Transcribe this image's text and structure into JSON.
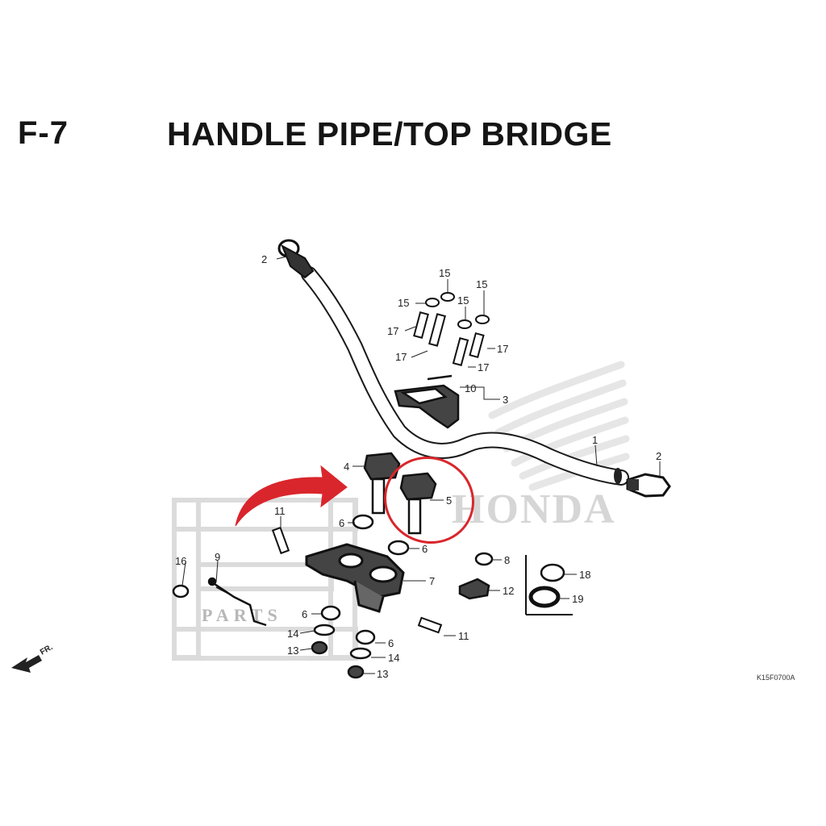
{
  "header": {
    "section_code": "F-7",
    "title": "HANDLE PIPE/TOP BRIDGE"
  },
  "diagram": {
    "reference_code": "K15F0700A",
    "direction_label": "FR.",
    "highlight_color": "#d9262c",
    "watermark_brand": "HONDA",
    "watermark_logo_text": "PARTS",
    "callouts": [
      {
        "id": "c2a",
        "label": "2"
      },
      {
        "id": "c15a",
        "label": "15"
      },
      {
        "id": "c15b",
        "label": "15"
      },
      {
        "id": "c15c",
        "label": "15"
      },
      {
        "id": "c15d",
        "label": "15"
      },
      {
        "id": "c17a",
        "label": "17"
      },
      {
        "id": "c17b",
        "label": "17"
      },
      {
        "id": "c17c",
        "label": "17"
      },
      {
        "id": "c17d",
        "label": "17"
      },
      {
        "id": "c10",
        "label": "10"
      },
      {
        "id": "c3",
        "label": "3"
      },
      {
        "id": "c1",
        "label": "1"
      },
      {
        "id": "c2b",
        "label": "2"
      },
      {
        "id": "c4",
        "label": "4"
      },
      {
        "id": "c5",
        "label": "5"
      },
      {
        "id": "c11a",
        "label": "11"
      },
      {
        "id": "c6a",
        "label": "6"
      },
      {
        "id": "c6b",
        "label": "6"
      },
      {
        "id": "c16",
        "label": "16"
      },
      {
        "id": "c9",
        "label": "9"
      },
      {
        "id": "c7",
        "label": "7"
      },
      {
        "id": "c6c",
        "label": "6"
      },
      {
        "id": "c14a",
        "label": "14"
      },
      {
        "id": "c13a",
        "label": "13"
      },
      {
        "id": "c6d",
        "label": "6"
      },
      {
        "id": "c14b",
        "label": "14"
      },
      {
        "id": "c13b",
        "label": "13"
      },
      {
        "id": "c11b",
        "label": "11"
      },
      {
        "id": "c8",
        "label": "8"
      },
      {
        "id": "c12",
        "label": "12"
      },
      {
        "id": "c18",
        "label": "18"
      },
      {
        "id": "c19",
        "label": "19"
      }
    ]
  }
}
